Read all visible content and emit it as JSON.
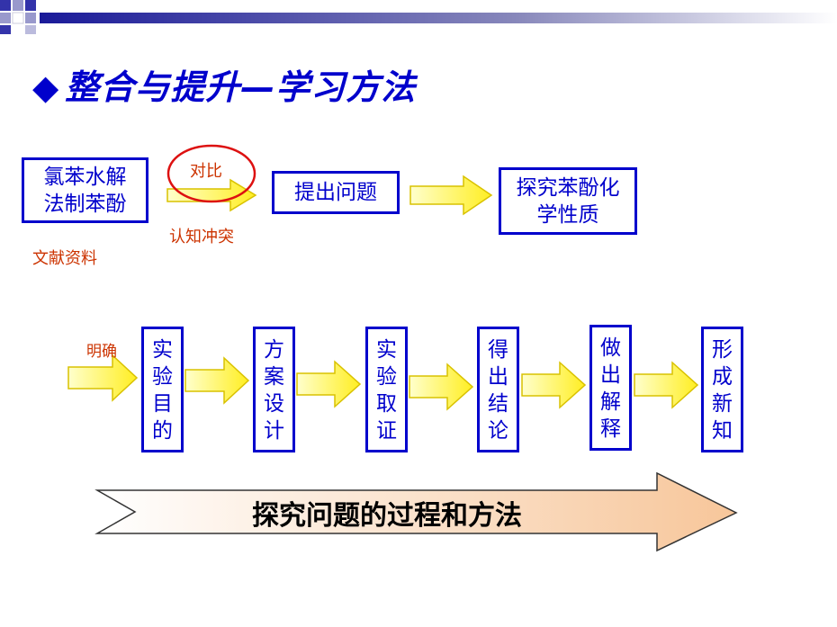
{
  "title": "整合与提升—学习方法",
  "title_bullet": "◆",
  "colors": {
    "title": "#0000cc",
    "box_border": "#0000cc",
    "label": "#cc3300",
    "arrow_fill": "#ffff66",
    "circle": "#dd1111"
  },
  "row1": {
    "box1": [
      "氯苯水解",
      "法制苯酚"
    ],
    "circle_label": "对比",
    "under_label": "认知冲突",
    "source_label": "文献资料",
    "box2": "提出问题",
    "box3": [
      "探究苯酚化",
      "学性质"
    ]
  },
  "row2": {
    "lead_label": "明确",
    "steps": [
      [
        "实",
        "验",
        "目",
        "的"
      ],
      [
        "方",
        "案",
        "设",
        "计"
      ],
      [
        "实",
        "验",
        "取",
        "证"
      ],
      [
        "得",
        "出",
        "结",
        "论"
      ],
      [
        "做",
        "出",
        "解",
        "释"
      ],
      [
        "形",
        "成",
        "新",
        "知"
      ]
    ]
  },
  "banner": "探究问题的过程和方法"
}
